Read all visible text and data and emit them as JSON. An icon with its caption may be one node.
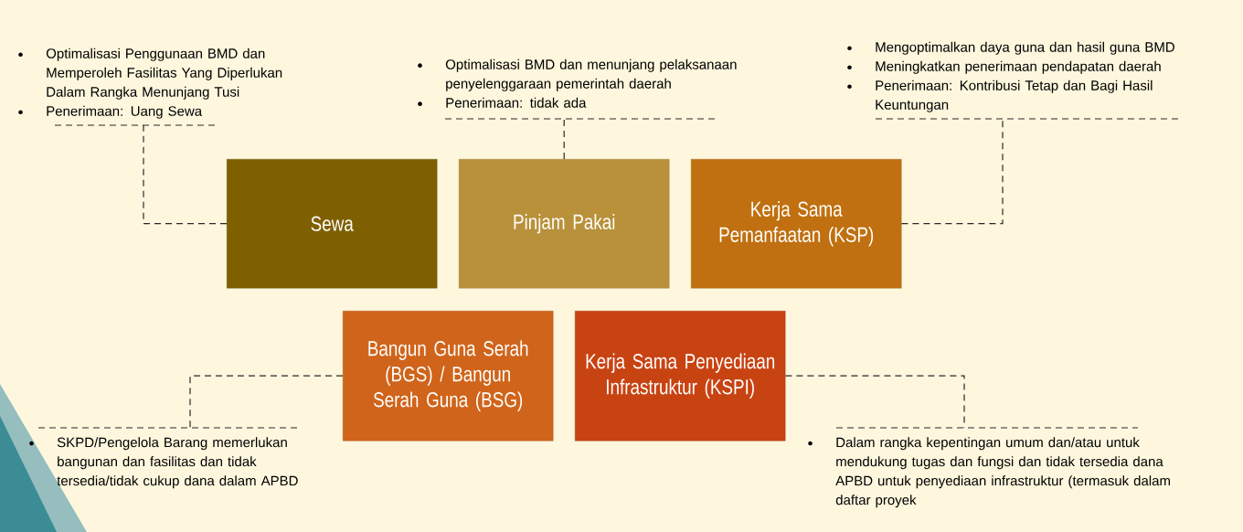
{
  "diagram": {
    "nodes": [
      {
        "text": [
          "Optimalisasi Penggunaan BMD dan Memperoleh Fasilitas Yang Diperlukan Dalam Rangka Menunjang Tusi",
          "Penerimaan: Uang Sewa"
        ]
      },
      {
        "text": [
          "Optimalisasi BMD dan menunjang pelaksanaan penyelenggaraan pemerintah daerah",
          "Penerimaan: tidak ada"
        ]
      },
      {
        "text": [
          "Mengoptimalkan daya guna dan hasil guna BMD",
          "Meningkatkan penerimaan pendapatan daerah",
          "Penerimaan: Kontribusi Tetap dan Bagi Hasil Keuntungan"
        ]
      },
      {
        "text": [
          "Sewa"
        ]
      },
      {
        "text": [
          "Pinjam Pakai"
        ]
      },
      {
        "text": [
          "Kerja Sama Pemanfaatan (KSP)"
        ]
      },
      {
        "text": [
          "Bangun Guna Serah (BGS) / Bangun Serah Guna (BSG)"
        ]
      },
      {
        "text": [
          "Kerja Sama Penyediaan Infrastruktur (KSPI)"
        ]
      },
      {
        "text": [
          "SKPD/Pengelola Barang memerlukan bangunan dan fasilitas dan tidak tersedia/tidak cukup dana dalam APBD"
        ]
      },
      {
        "text": [
          "Dalam rangka kepentingan umum dan/atau untuk mendukung tugas dan fungsi dan tidak tersedia dana APBD untuk penyediaan infrastruktur (termasuk dalam daftar proyek"
        ]
      }
    ],
    "edges": [
      {
        "from": 3,
        "to": 0,
        "arrow": "none",
        "style": "dashed"
      },
      {
        "from": 4,
        "to": 1,
        "arrow": "none",
        "style": "dashed"
      },
      {
        "from": 5,
        "to": 2,
        "arrow": "none",
        "style": "dashed"
      },
      {
        "from": 6,
        "to": 8,
        "arrow": "none",
        "style": "dashed"
      },
      {
        "from": 7,
        "to": 9,
        "arrow": "none",
        "style": "dashed"
      }
    ]
  }
}
